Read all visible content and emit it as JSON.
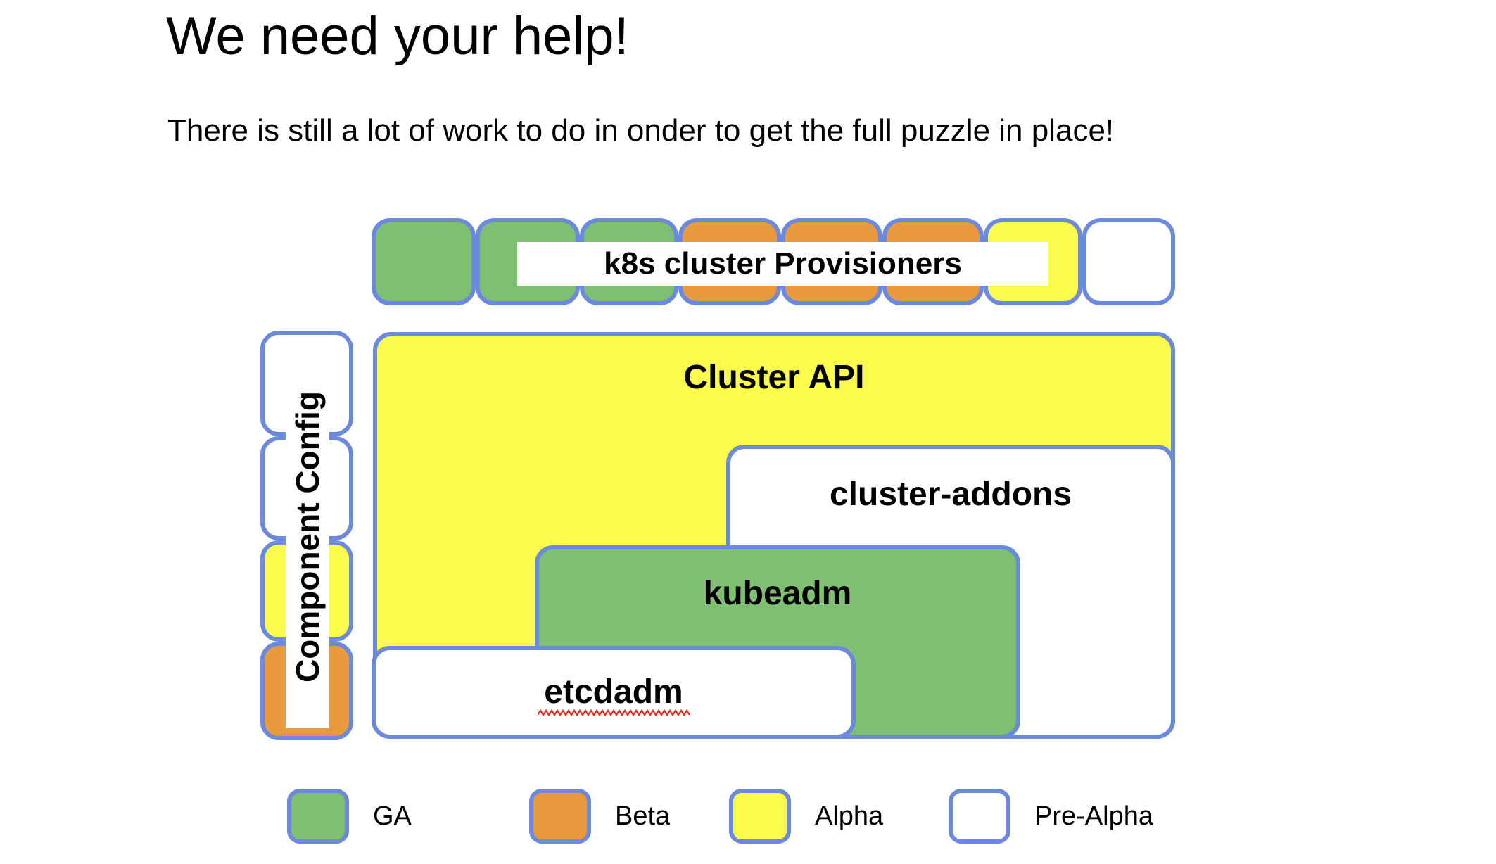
{
  "slide": {
    "title": "We need your help!",
    "subtitle": "There is still a lot of work to do in onder to get the full puzzle in place!"
  },
  "diagram": {
    "provisioners_row": {
      "label": "k8s cluster Provisioners",
      "cells": [
        {
          "name": "provisioner-cell-1",
          "status": "GA",
          "color": "#7fbf72"
        },
        {
          "name": "provisioner-cell-2",
          "status": "GA",
          "color": "#7fbf72"
        },
        {
          "name": "provisioner-cell-3",
          "status": "GA",
          "color": "#7fbf72"
        },
        {
          "name": "provisioner-cell-4",
          "status": "Beta",
          "color": "#e89a3c"
        },
        {
          "name": "provisioner-cell-5",
          "status": "Beta",
          "color": "#e89a3c"
        },
        {
          "name": "provisioner-cell-6",
          "status": "Beta",
          "color": "#e89a3c"
        },
        {
          "name": "provisioner-cell-7",
          "status": "Alpha",
          "color": "#fbfb4d"
        },
        {
          "name": "provisioner-cell-8",
          "status": "Pre-Alpha",
          "color": "#ffffff"
        }
      ]
    },
    "component_config": {
      "label": "Component Config",
      "cells": [
        {
          "name": "component-config-cell-1",
          "status": "Pre-Alpha",
          "color": "#ffffff"
        },
        {
          "name": "component-config-cell-2",
          "status": "Pre-Alpha",
          "color": "#ffffff"
        },
        {
          "name": "component-config-cell-3",
          "status": "Alpha",
          "color": "#fbfb4d"
        },
        {
          "name": "component-config-cell-4",
          "status": "Beta",
          "color": "#e89a3c"
        }
      ]
    },
    "blocks": [
      {
        "name": "cluster-api-block",
        "label": "Cluster API",
        "status": "Alpha",
        "color": "#fbfb4d"
      },
      {
        "name": "cluster-addons-block",
        "label": "cluster-addons",
        "status": "Pre-Alpha",
        "color": "#ffffff"
      },
      {
        "name": "kubeadm-block",
        "label": "kubeadm",
        "status": "GA",
        "color": "#7fbf72"
      },
      {
        "name": "etcdadm-block",
        "label": "etcdadm",
        "status": "Pre-Alpha",
        "color": "#ffffff"
      }
    ],
    "border_color": "#6b8ade",
    "spellcheck_underline_color": "#e03030",
    "spellcheck_words": [
      "etcdadm"
    ]
  },
  "legend": {
    "items": [
      {
        "label": "GA",
        "color": "#7fbf72",
        "swatch": "green"
      },
      {
        "label": "Beta",
        "color": "#e89a3c",
        "swatch": "orange"
      },
      {
        "label": "Alpha",
        "color": "#fbfb4d",
        "swatch": "yellow"
      },
      {
        "label": "Pre-Alpha",
        "color": "#ffffff",
        "swatch": "white"
      }
    ]
  }
}
